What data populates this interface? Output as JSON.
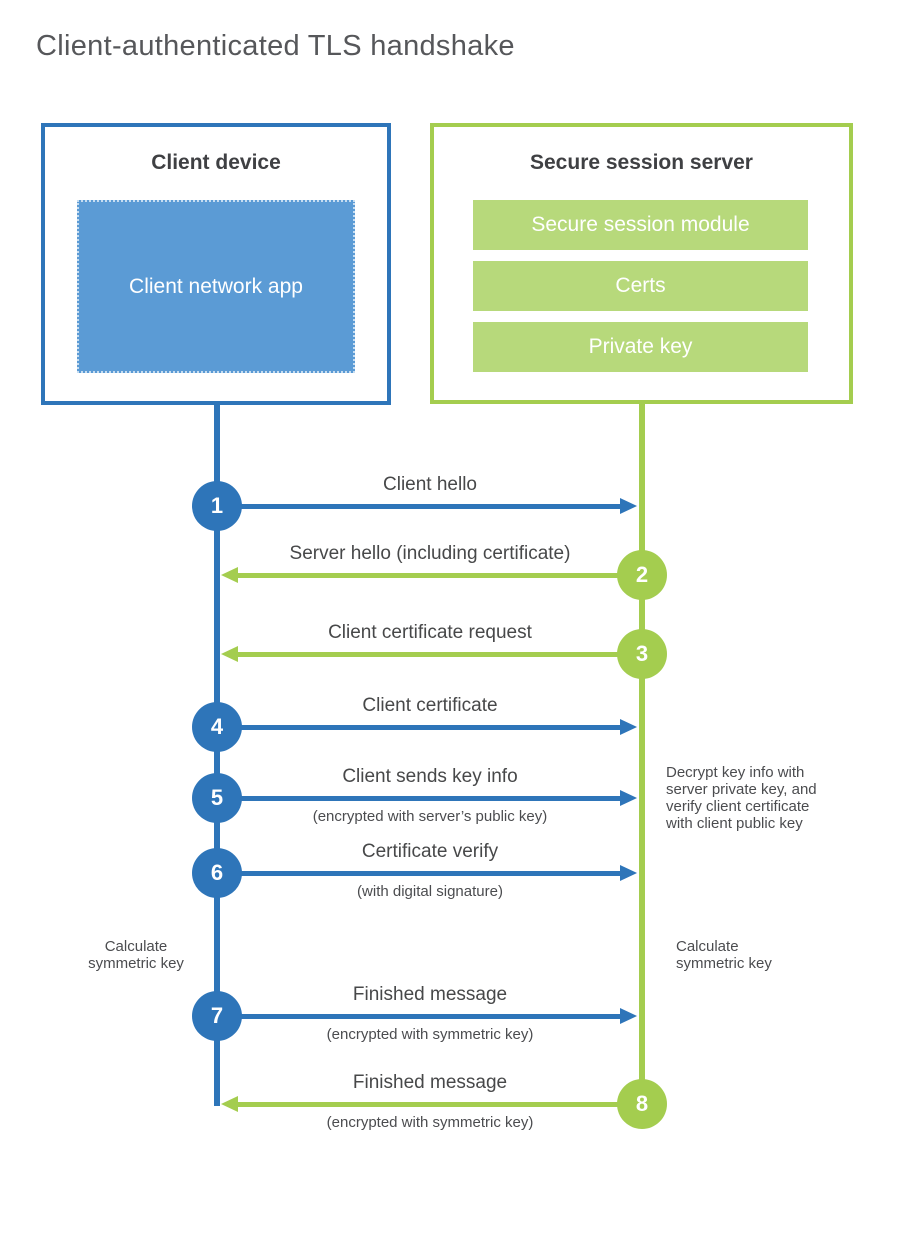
{
  "title": "Client-authenticated TLS handshake",
  "client": {
    "title": "Client device",
    "app": "Client network app"
  },
  "server": {
    "title": "Secure session server",
    "modules": [
      "Secure session module",
      "Certs",
      "Private key"
    ]
  },
  "steps": [
    {
      "num": "1",
      "label": "Client hello"
    },
    {
      "num": "2",
      "label": "Server hello (including certificate)"
    },
    {
      "num": "3",
      "label": "Client certificate request"
    },
    {
      "num": "4",
      "label": "Client certificate"
    },
    {
      "num": "5",
      "label": "Client sends key info",
      "sub": "(encrypted with server’s public key)"
    },
    {
      "num": "6",
      "label": "Certificate verify",
      "sub": "(with digital signature)"
    },
    {
      "num": "7",
      "label": "Finished message",
      "sub": "(encrypted with symmetric key)"
    },
    {
      "num": "8",
      "label": "Finished message",
      "sub": "(encrypted with symmetric key)"
    }
  ],
  "notes": {
    "decrypt_lines": [
      "Decrypt key info with",
      "server private key, and",
      "verify client certificate",
      "with client public key"
    ],
    "calc_lines": [
      "Calculate",
      "symmetric key"
    ]
  },
  "colors": {
    "blue": "#2e75b9",
    "blue_fill": "#5b9bd5",
    "green": "#a4cd4f",
    "green_fill": "#b7d97b"
  }
}
